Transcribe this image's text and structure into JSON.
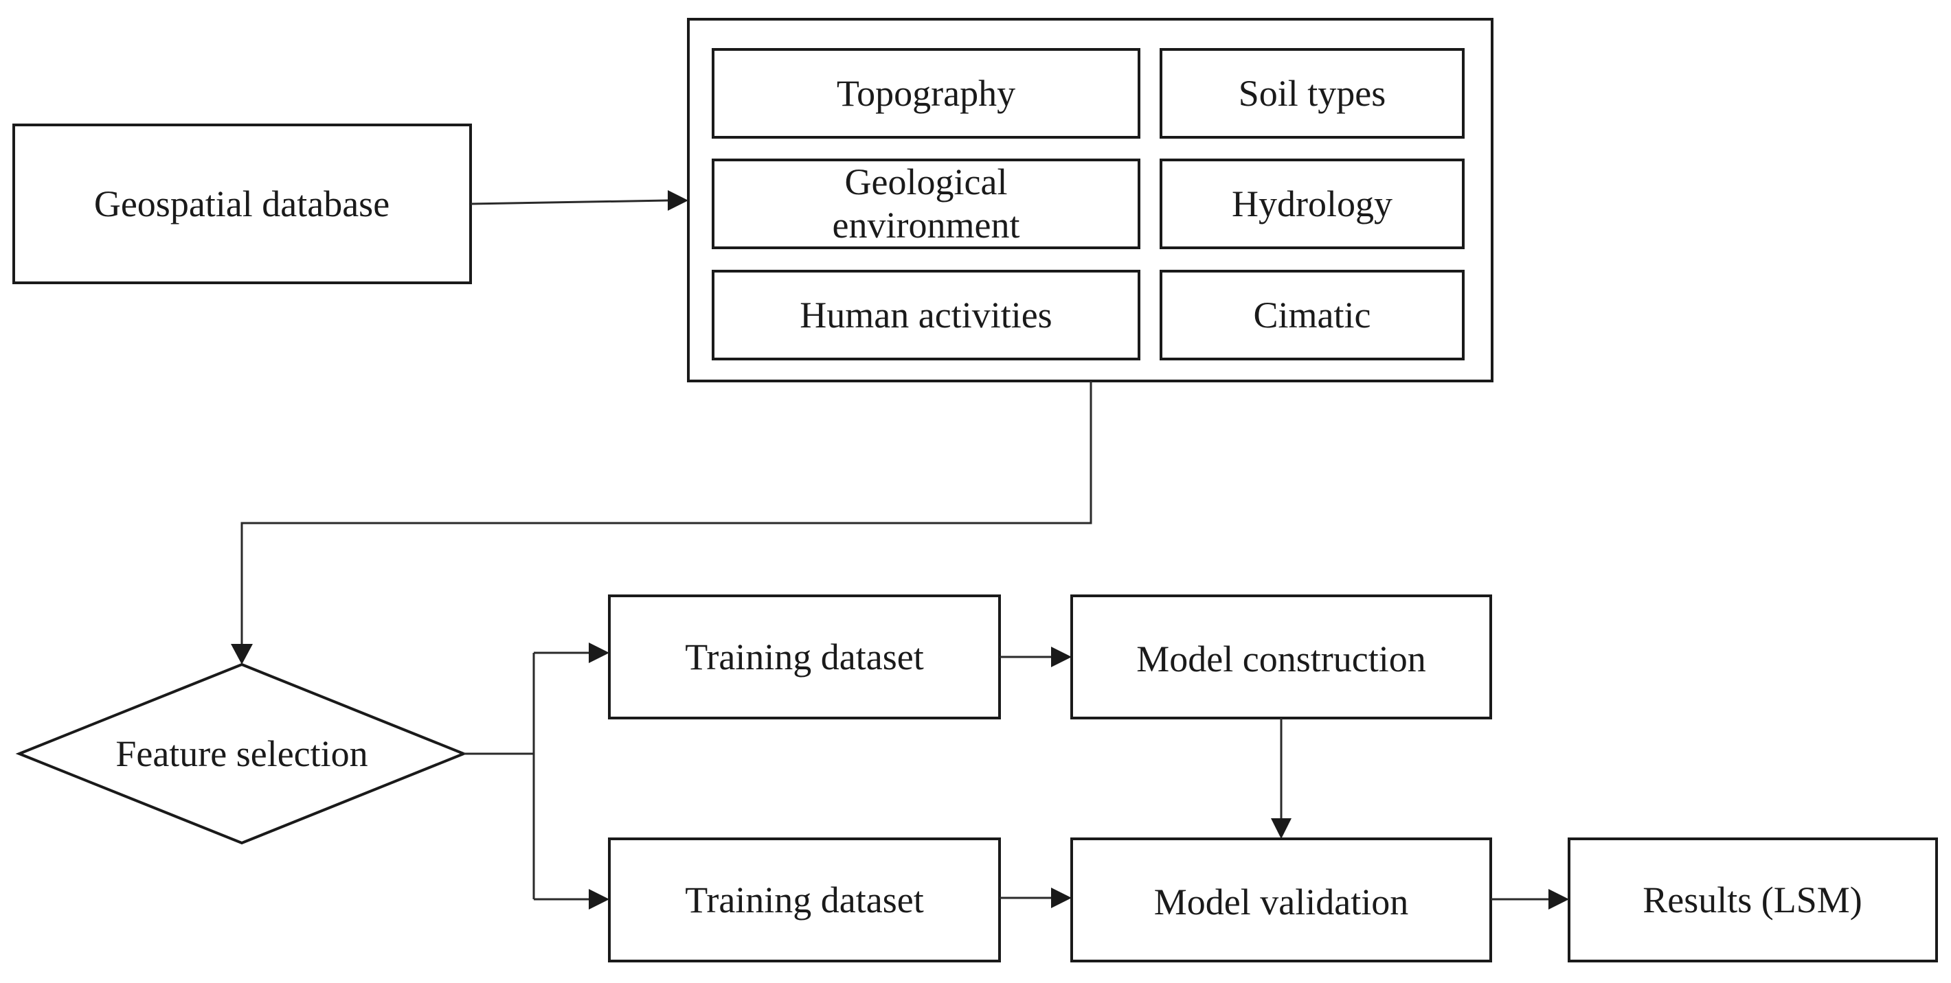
{
  "nodes": {
    "geospatial_database": "Geospatial database",
    "factors": {
      "topography": "Topography",
      "soil_types": "Soil types",
      "geological_line1": "Geological",
      "geological_line2": "environment",
      "hydrology": "Hydrology",
      "human_activities": "Human activities",
      "climatic": "Cimatic"
    },
    "feature_selection": "Feature selection",
    "training_dataset_1": "Training dataset",
    "training_dataset_2": "Training dataset",
    "model_construction": "Model construction",
    "model_validation": "Model validation",
    "results": "Results (LSM)"
  }
}
